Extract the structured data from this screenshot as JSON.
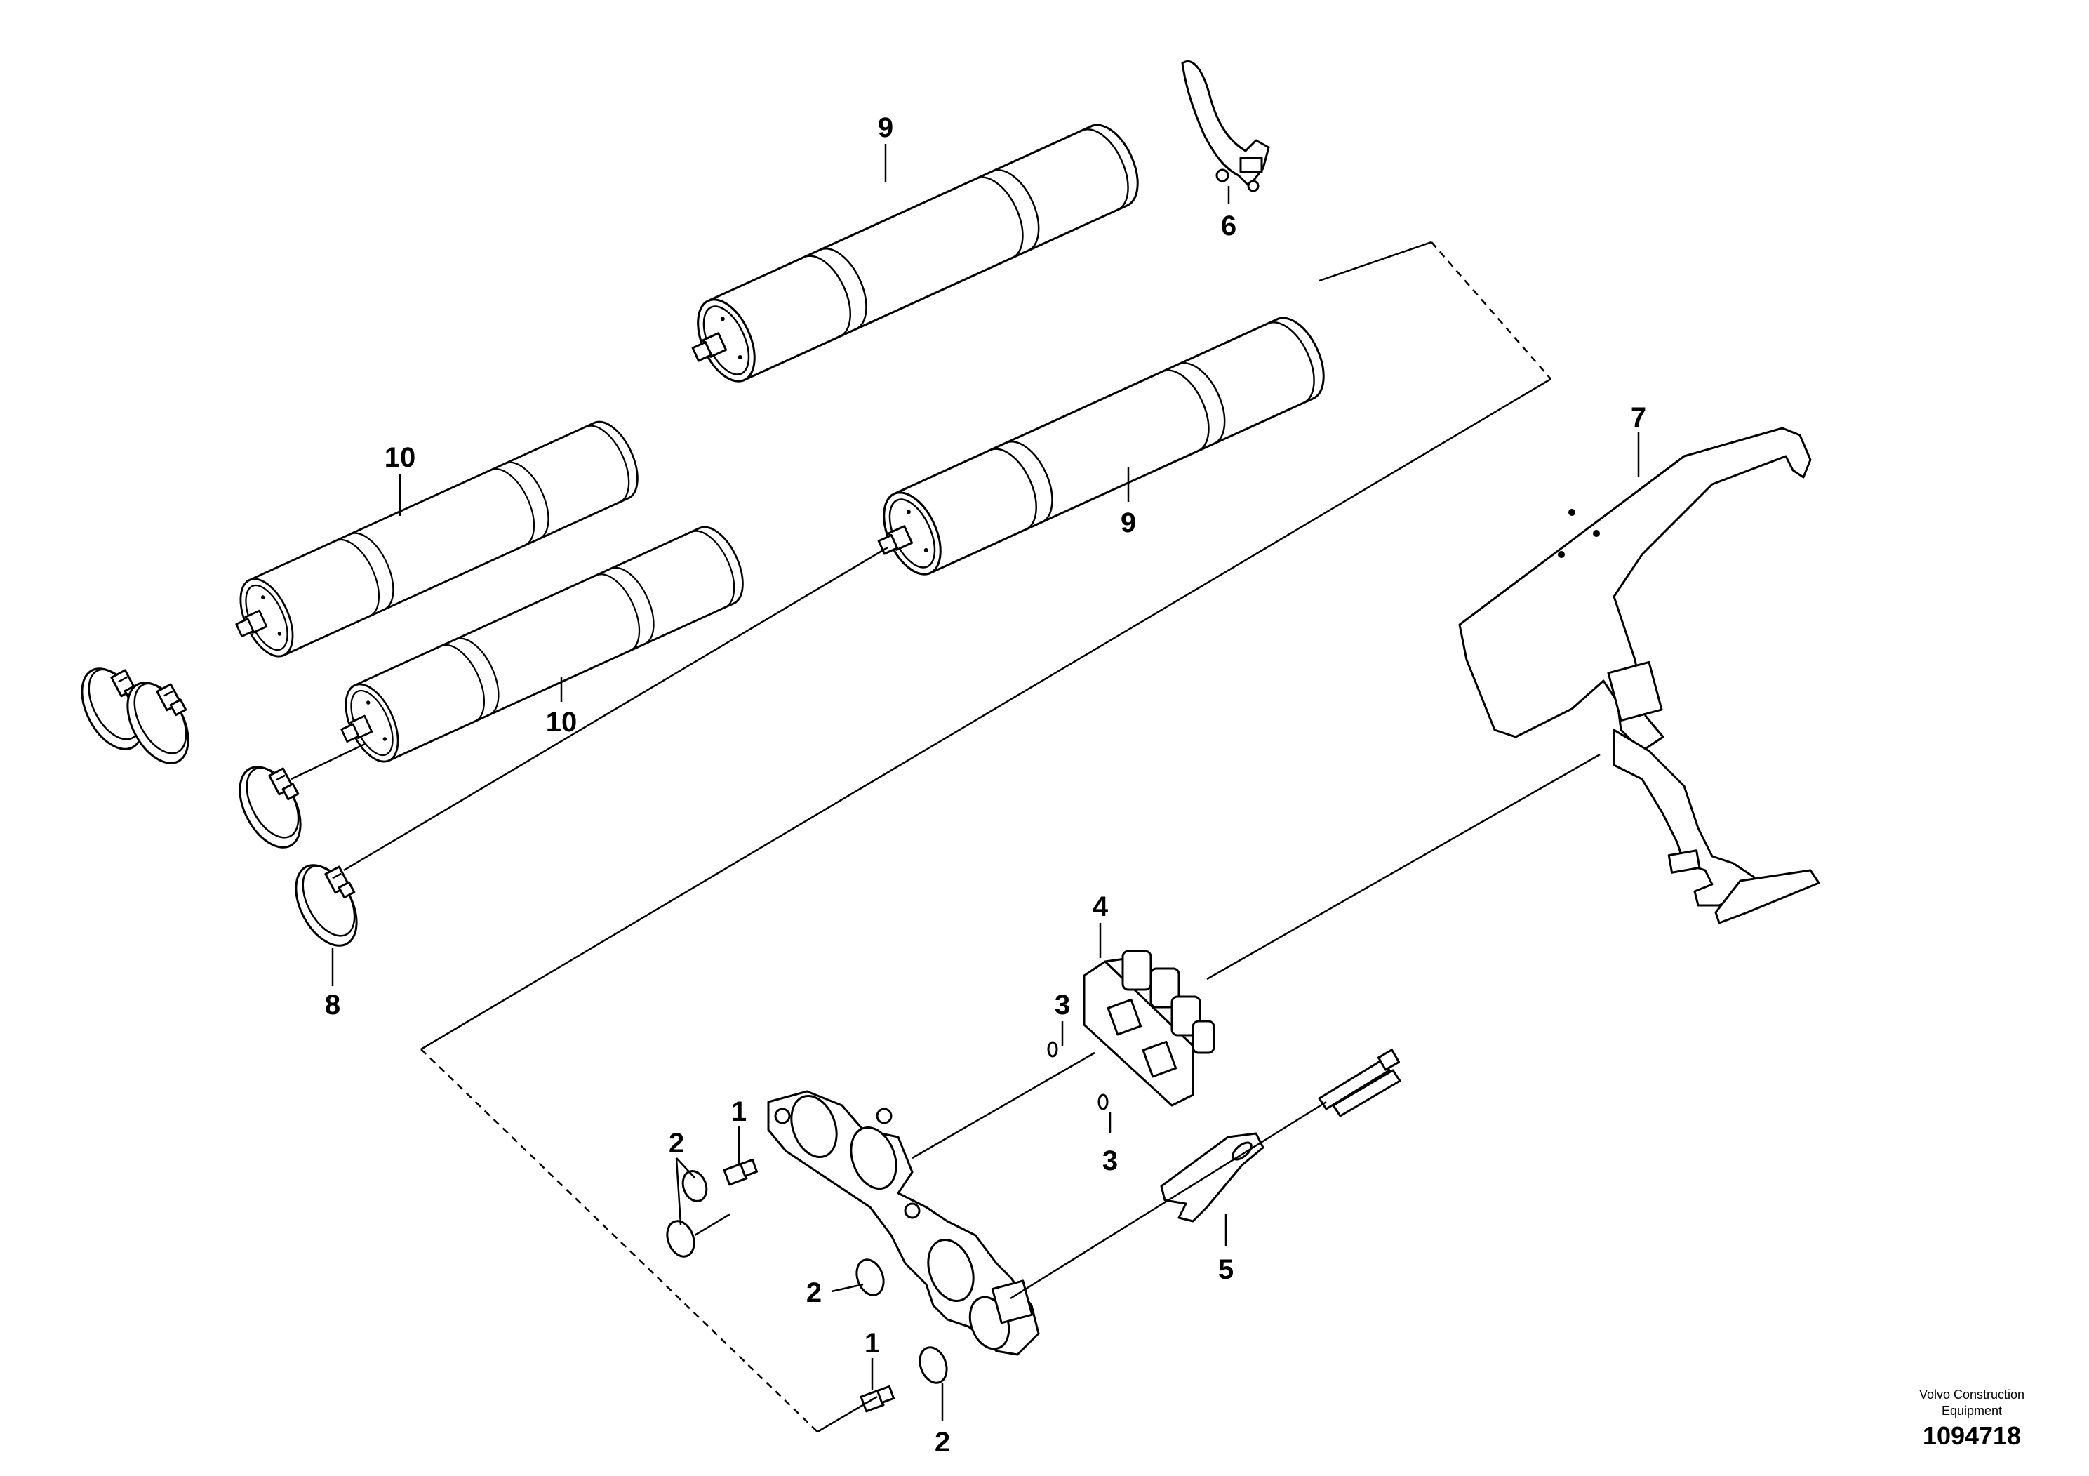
{
  "callouts": {
    "c1a": "1",
    "c1b": "1",
    "c2a": "2",
    "c2b": "2",
    "c2c": "2",
    "c3a": "3",
    "c3b": "3",
    "c4": "4",
    "c5": "5",
    "c6": "6",
    "c7": "7",
    "c8": "8",
    "c9a": "9",
    "c9b": "9",
    "c10a": "10",
    "c10b": "10"
  },
  "footer": {
    "brand_line1": "Volvo Construction",
    "brand_line2": "Equipment",
    "doc_number": "1094718"
  }
}
